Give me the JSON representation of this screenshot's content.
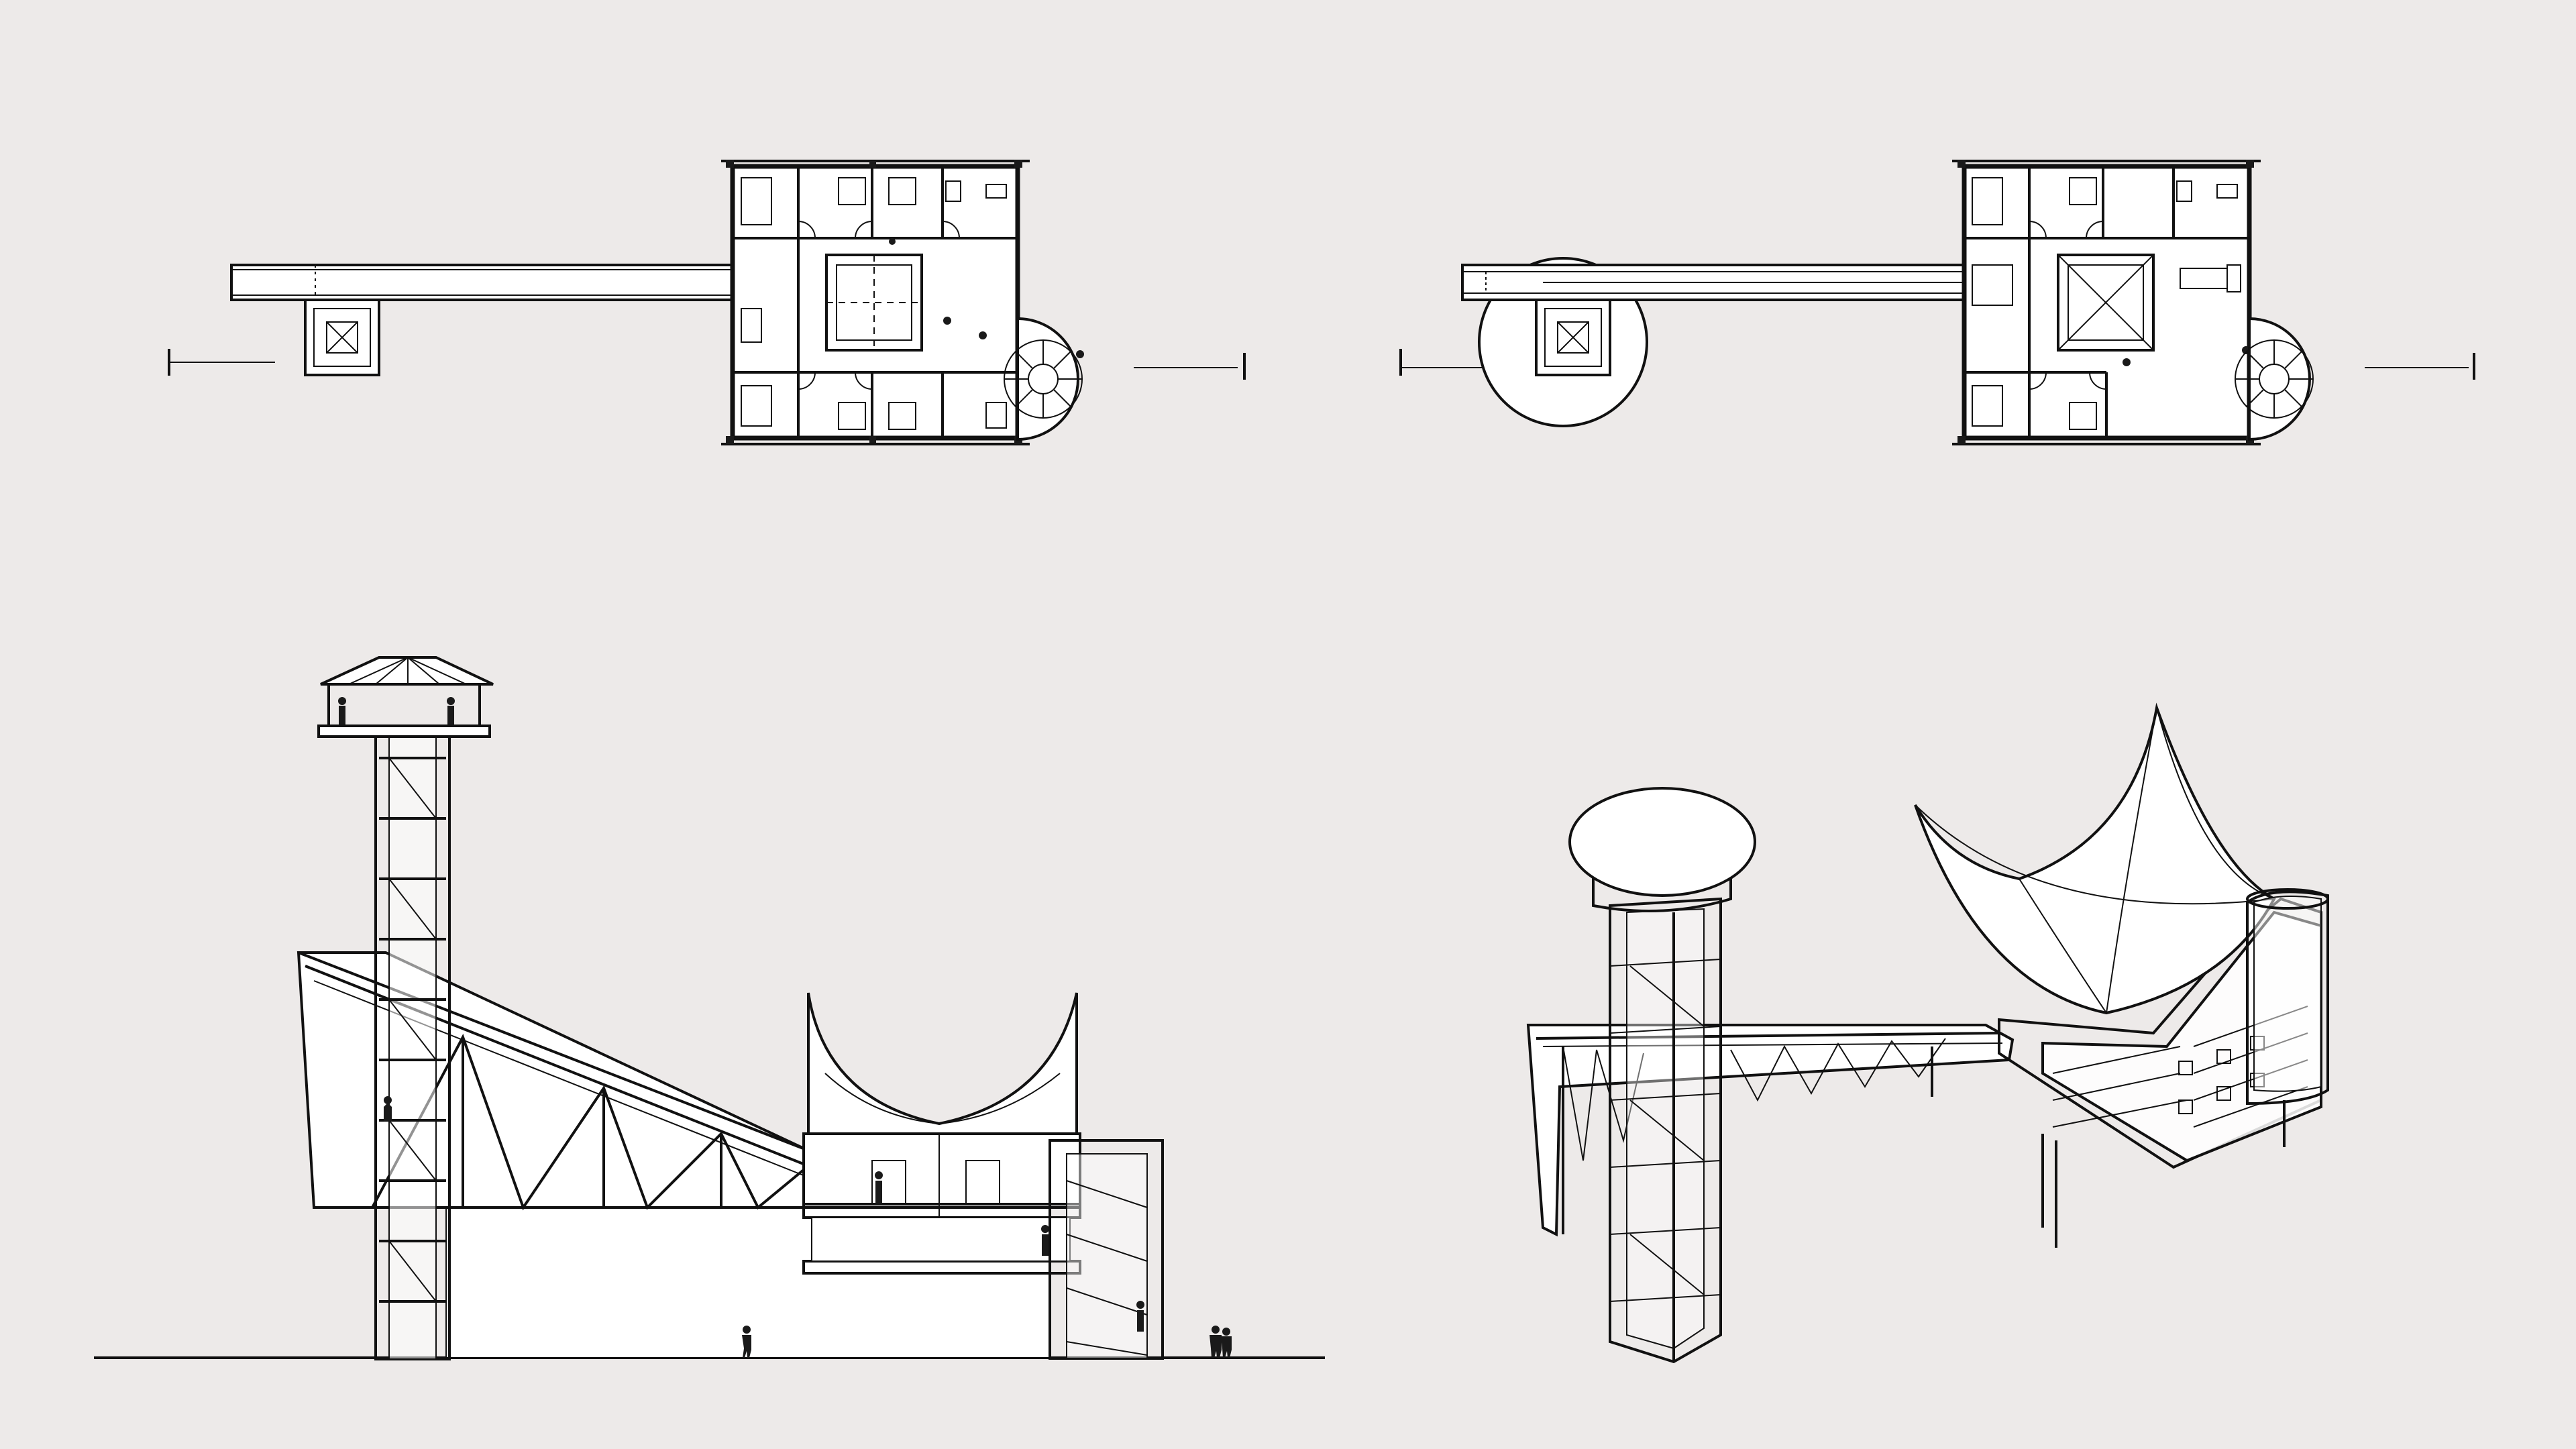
{
  "sheet": {
    "background": "#edeae9",
    "line_color": "#111111",
    "panels": [
      {
        "id": "plan-level-1",
        "kind": "floor plan"
      },
      {
        "id": "plan-level-2",
        "kind": "floor plan"
      },
      {
        "id": "section",
        "kind": "longitudinal section"
      },
      {
        "id": "axonometric",
        "kind": "axonometric view"
      }
    ]
  }
}
